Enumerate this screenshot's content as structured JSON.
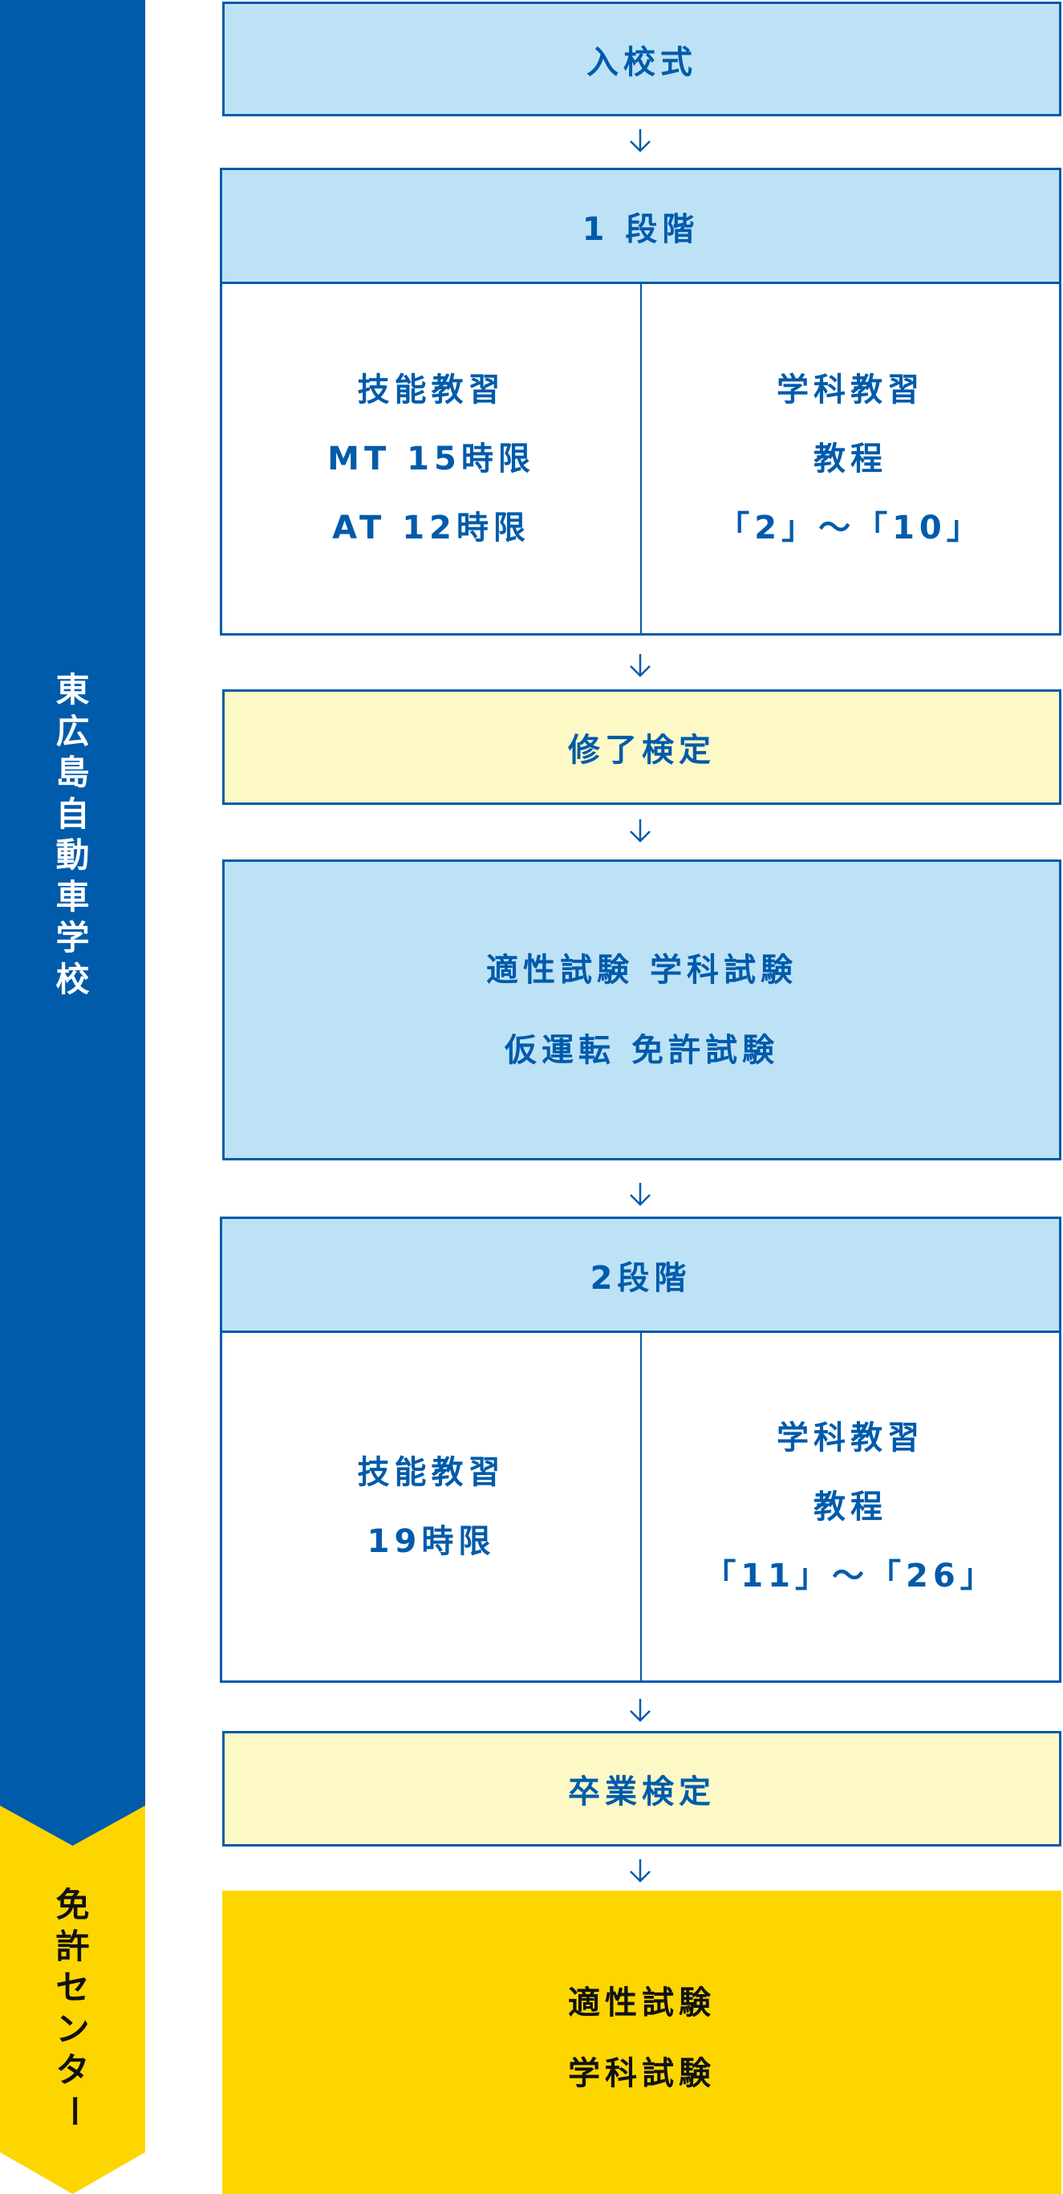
{
  "colors": {
    "primary_blue": "#005bab",
    "light_blue_fill": "#bde2f5",
    "cream_fill": "#fdf9c6",
    "gold": "#fdd600",
    "text_dark": "#111111"
  },
  "sidebar": {
    "school": {
      "label": "東広島自動車学校",
      "chars": [
        "東",
        "広",
        "島",
        "自",
        "動",
        "車",
        "学",
        "校"
      ]
    },
    "license_center": {
      "label": "免許センター",
      "chars": [
        "免",
        "許",
        "セ",
        "ン",
        "タ",
        "ー"
      ]
    }
  },
  "flow": {
    "entrance": {
      "label": "入校式"
    },
    "stage1": {
      "title": "1 段階",
      "practical": {
        "lines": [
          "技能教習",
          "MT 15時限",
          "AT 12時限"
        ]
      },
      "academic": {
        "lines": [
          "学科教習",
          "教程",
          "「2」～「10」"
        ]
      }
    },
    "completion_exam": {
      "label": "修了検定"
    },
    "provisional_exams": {
      "lines": [
        "適性試験 学科試験",
        "仮運転 免許試験"
      ]
    },
    "stage2": {
      "title": "2段階",
      "practical": {
        "lines": [
          "技能教習",
          "19時限"
        ]
      },
      "academic": {
        "lines": [
          "学科教習",
          "教程",
          "「11」～「26」"
        ]
      }
    },
    "graduation_exam": {
      "label": "卒業検定"
    },
    "license_center_exams": {
      "lines": [
        "適性試験",
        "学科試験"
      ]
    },
    "arrow_icon": "down-arrow-icon"
  }
}
